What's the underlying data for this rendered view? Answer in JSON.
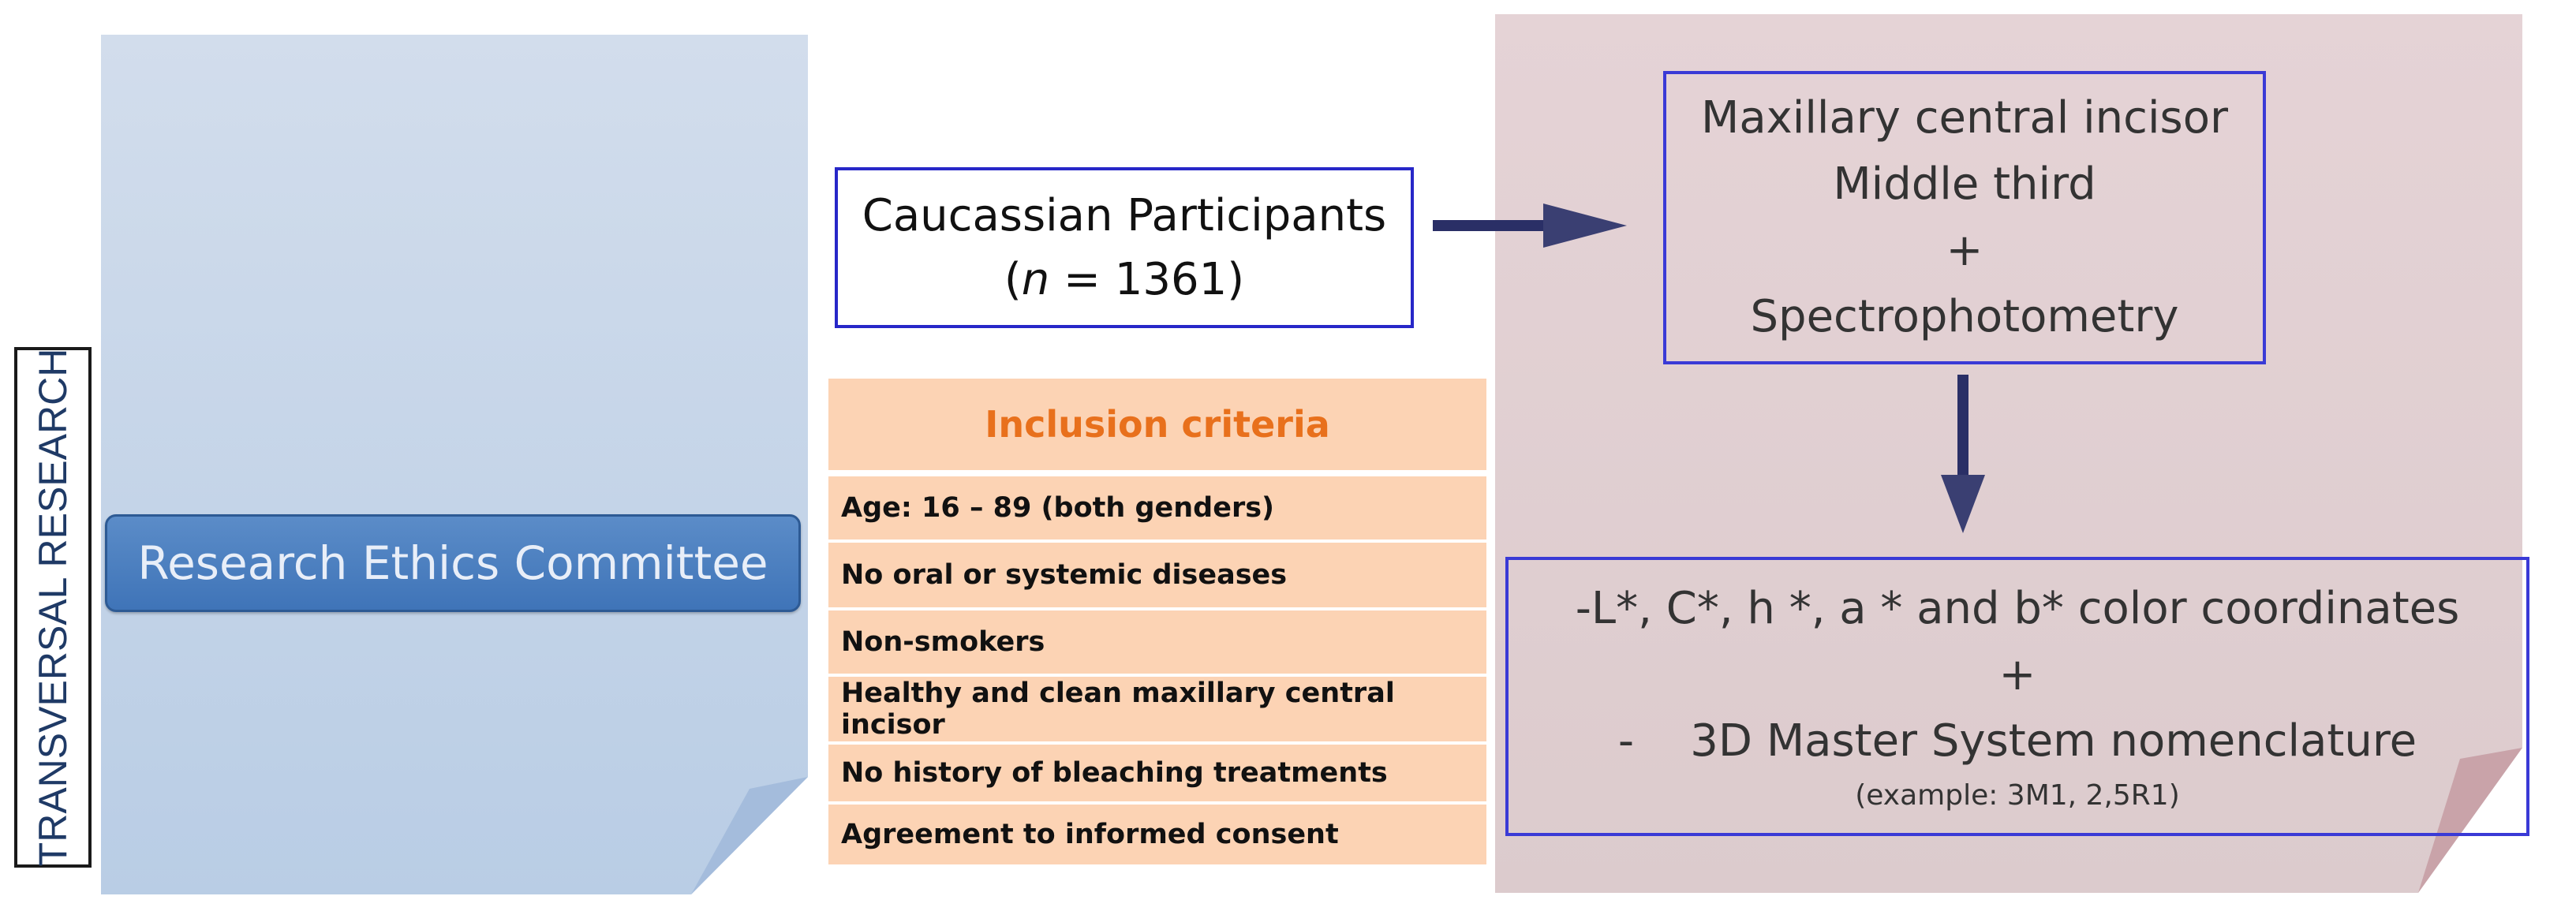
{
  "side_title": "TRANSVERSAL RESEARCH",
  "ethics": {
    "label": "Research Ethics Committee"
  },
  "participants": {
    "line1": "Caucassian Participants",
    "n_symbol": "n",
    "n_rest": " = 1361)",
    "open_paren": "("
  },
  "criteria": {
    "header": "Inclusion criteria",
    "items": [
      "Age: 16 – 89 (both genders)",
      "No oral or systemic diseases",
      "Non-smokers",
      "Healthy  and clean maxillary central incisor",
      "No history of bleaching treatments",
      "Agreement to informed consent"
    ]
  },
  "measurement": {
    "line1": "Maxillary central incisor",
    "line2": "Middle third",
    "plus": "+",
    "line3": "Spectrophotometry"
  },
  "coordinates": {
    "line1": "-L*, C*, h *, a * and b* color coordinates",
    "plus": "+",
    "line2": "-    3D Master System nomenclature",
    "example": "(example: 3M1, 2,5R1)"
  },
  "colors": {
    "left_note": "#cfdcec",
    "right_note": "#e3cfd3",
    "criteria_bg": "#fcd3b4",
    "criteria_header": "#e8701c",
    "arrow": "#2a2f66",
    "box_border": "#3a3ad6"
  }
}
